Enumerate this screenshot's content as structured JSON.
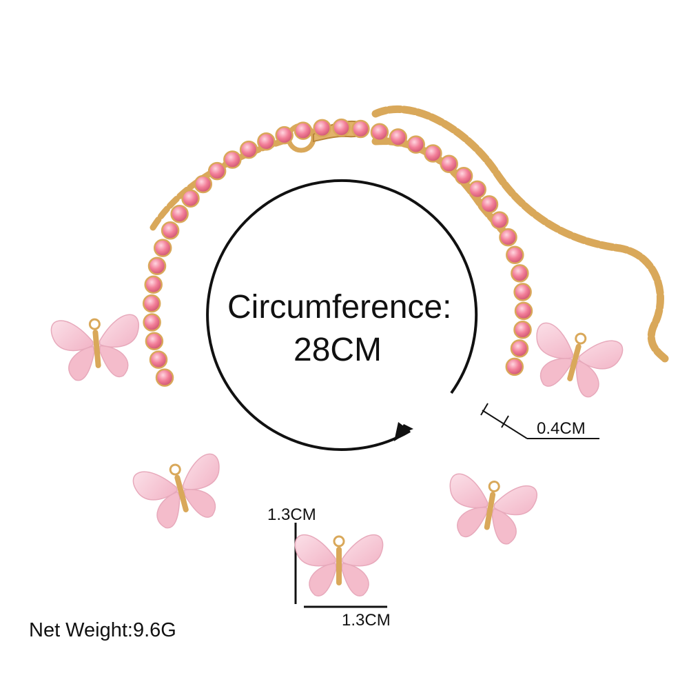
{
  "product": {
    "circumference_label": "Circumference:",
    "circumference_value": "28CM",
    "stone_width": "0.4CM",
    "charm_height": "1.3CM",
    "charm_width": "1.3CM",
    "net_weight": "Net Weight:9.6G"
  },
  "colors": {
    "gold": "#d9a85a",
    "stone": "#f08aa0",
    "butterfly": "#f5c6d3",
    "line": "#111111"
  }
}
